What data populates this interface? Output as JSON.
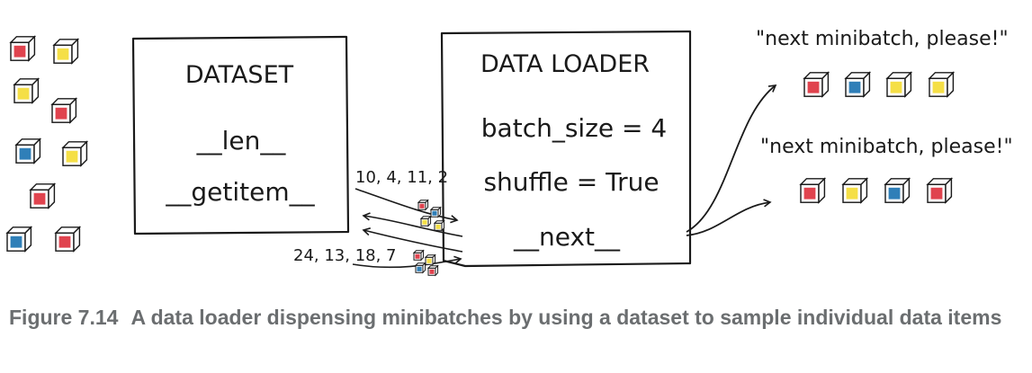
{
  "dataset_box": {
    "title": "DATASET",
    "methods": [
      "__len__",
      "__getitem__"
    ]
  },
  "loader_box": {
    "title": "DATA LOADER",
    "params": [
      "batch_size = 4",
      "shuffle = True"
    ],
    "method": "__next__"
  },
  "index_labels": [
    "10, 4, 11, 2",
    "24, 13, 18, 7"
  ],
  "requests": [
    {
      "text": "\"next minibatch, please!\"",
      "cubes": [
        "red",
        "blue",
        "yellow",
        "yellow"
      ]
    },
    {
      "text": "\"next minibatch, please!\"",
      "cubes": [
        "red",
        "yellow",
        "blue",
        "red"
      ]
    }
  ],
  "source_cubes": [
    "red",
    "yellow",
    "yellow",
    "red",
    "blue",
    "yellow",
    "red",
    "blue",
    "red"
  ],
  "colors": {
    "red": "#e0434e",
    "yellow": "#f5df46",
    "blue": "#2f7fb8",
    "ink": "#1a1a1a"
  },
  "caption": {
    "label": "Figure 7.14",
    "text": "A data loader dispensing minibatches by using a dataset to sample individual data items"
  }
}
